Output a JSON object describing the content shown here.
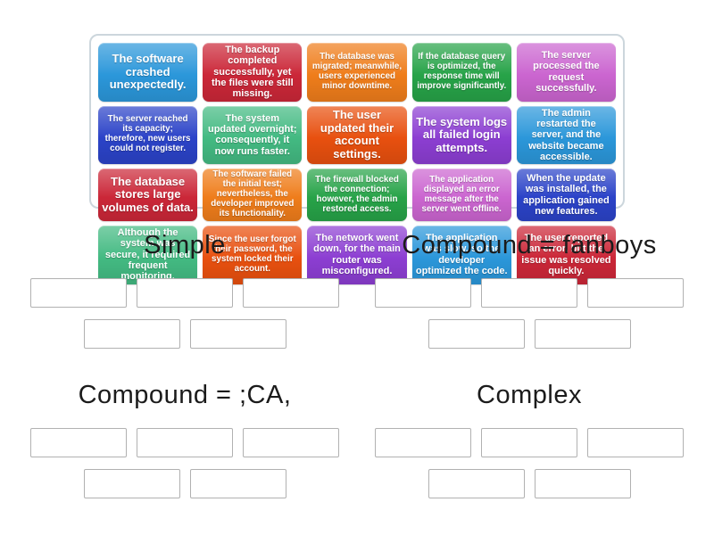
{
  "board": {
    "tiles": [
      {
        "text": "The software crashed unexpectedly.",
        "color": "#2b97da"
      },
      {
        "text": "The backup completed successfully, yet the files were still missing.",
        "color": "#cb2738"
      },
      {
        "text": "The database was migrated; meanwhile, users experienced minor downtime.",
        "color": "#ef7d1b"
      },
      {
        "text": "If the database query is optimized, the response time will improve significantly.",
        "color": "#27a348"
      },
      {
        "text": "The server processed the request successfully.",
        "color": "#cb65d0"
      },
      {
        "text": "The server reached its capacity; therefore, new users could not register.",
        "color": "#2b43c8"
      },
      {
        "text": "The system updated overnight; consequently, it now runs faster.",
        "color": "#43ba82"
      },
      {
        "text": "The user updated their account settings.",
        "color": "#e8500f"
      },
      {
        "text": "The system logs all failed login attempts.",
        "color": "#8c3ed2"
      },
      {
        "text": "The admin restarted the server, and the website became accessible.",
        "color": "#2b97da"
      },
      {
        "text": "The database stores large volumes of data.",
        "color": "#cb2738"
      },
      {
        "text": "The software failed the initial test; nevertheless, the developer improved its functionality.",
        "color": "#ef7d1b"
      },
      {
        "text": "The firewall blocked the connection; however, the admin restored access.",
        "color": "#27a348"
      },
      {
        "text": "The application displayed an error message after the server went offline.",
        "color": "#cb65d0"
      },
      {
        "text": "When the update was installed, the application gained new features.",
        "color": "#2b43c8"
      },
      {
        "text": "Although the system was secure, it required frequent monitoring.",
        "color": "#43ba82"
      },
      {
        "text": "Since the user forgot their password, the system locked their account.",
        "color": "#e8500f"
      },
      {
        "text": "The network went down, for the main router was misconfigured.",
        "color": "#8c3ed2"
      },
      {
        "text": "The application was slow, so the developer optimized the code.",
        "color": "#2b97da"
      },
      {
        "text": "The user reported an error, but the issue was resolved quickly.",
        "color": "#cb2738"
      }
    ]
  },
  "groups": [
    {
      "label": "Simple"
    },
    {
      "label": "Compound = fanboys"
    },
    {
      "label": "Compound = ;CA,"
    },
    {
      "label": "Complex"
    }
  ]
}
